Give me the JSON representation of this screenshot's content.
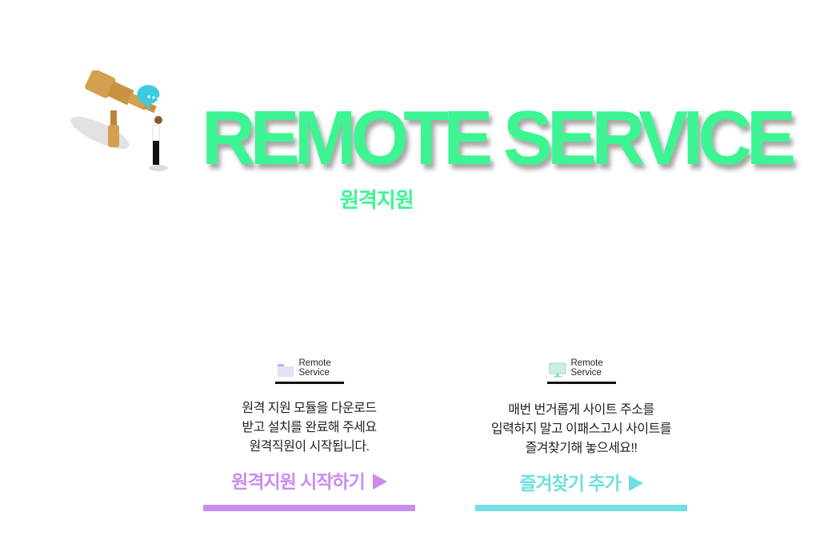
{
  "hero": {
    "title": "REMOTE SERVICE",
    "subtitle": "원격지원",
    "illustration": "telescope-person-illustration",
    "title_color": "#3cf592"
  },
  "cards": [
    {
      "badge_line1": "Remote",
      "badge_line2": "Service",
      "icon": "folder-icon",
      "description": [
        "원격 지원 모듈을 다운로드",
        "받고 설치를 완료해 주세요",
        "원격직원이 시작됩니다."
      ],
      "cta_label": "원격지원 시작하기",
      "accent": "#c98df0"
    },
    {
      "badge_line1": "Remote",
      "badge_line2": "Service",
      "icon": "monitor-icon",
      "description": [
        "매번 번거롭게 사이트 주소를",
        "입력하지 말고 이패스고시 사이트를",
        "즐겨찾기해 놓으세요!!"
      ],
      "cta_label": "즐겨찾기 추가",
      "accent": "#72dfe2"
    }
  ]
}
